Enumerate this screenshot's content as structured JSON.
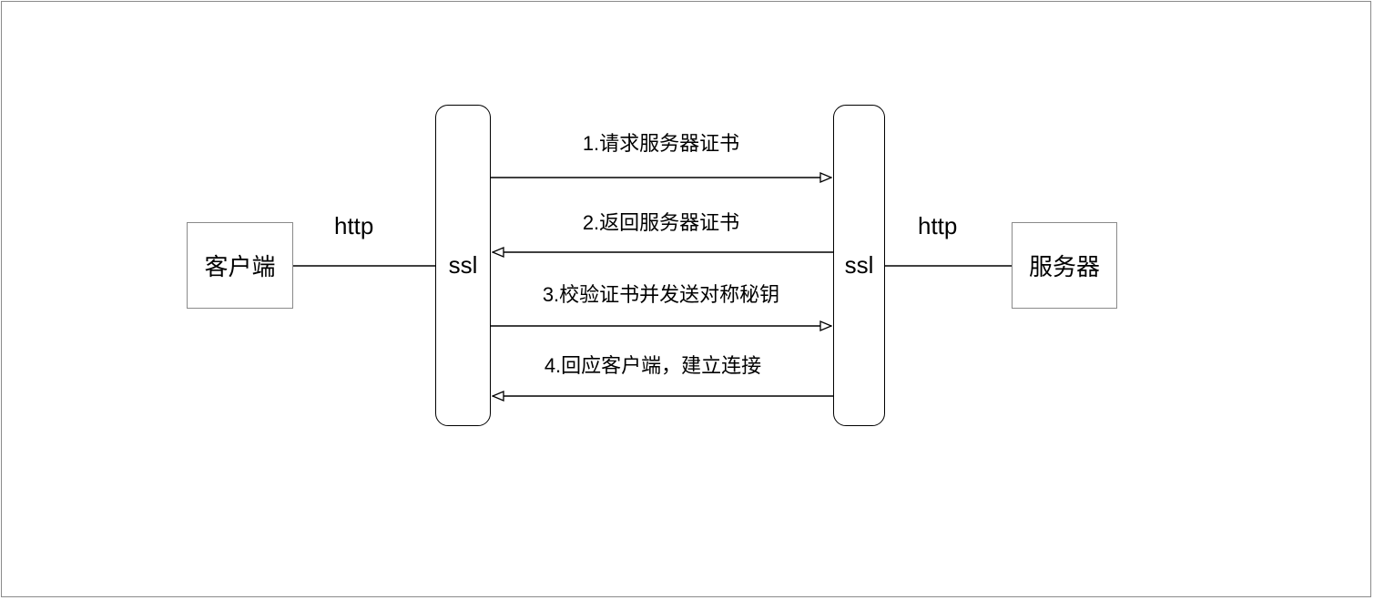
{
  "nodes": {
    "client": "客户端",
    "client_ssl": "ssl",
    "server_ssl": "ssl",
    "server": "服务器"
  },
  "links": {
    "client_protocol": "http",
    "server_protocol": "http"
  },
  "steps": [
    {
      "label": "1.请求服务器证书",
      "direction": "to-server"
    },
    {
      "label": "2.返回服务器证书",
      "direction": "to-client"
    },
    {
      "label": "3.校验证书并发送对称秘钥",
      "direction": "to-server"
    },
    {
      "label": "4.回应客户端，建立连接",
      "direction": "to-client"
    }
  ],
  "colors": {
    "line": "#000000",
    "box_border": "#8a8a8a",
    "frame_border": "#8a8a8a"
  }
}
